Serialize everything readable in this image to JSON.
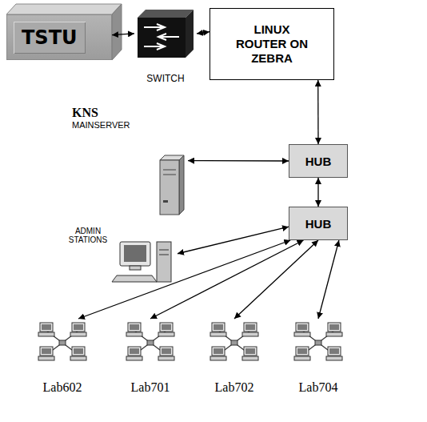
{
  "diagram": {
    "nodes": [
      {
        "text": [
          "TSTU"
        ]
      },
      {
        "text": [
          "SWITCH"
        ]
      },
      {
        "text": [
          "LINUX ROUTER ON ZEBRA"
        ]
      },
      {
        "text": [
          "KNS",
          "MAINSERVER"
        ]
      },
      {
        "text": [
          "HUB"
        ]
      },
      {
        "text": [
          "ADMIN STATIONS"
        ]
      },
      {
        "text": [
          "HUB"
        ]
      },
      {
        "text": [
          "Lab602"
        ]
      },
      {
        "text": [
          "Lab701"
        ]
      },
      {
        "text": [
          "Lab702"
        ]
      },
      {
        "text": [
          "Lab704"
        ]
      }
    ],
    "edges": [
      {
        "from": 0,
        "to": 1,
        "arrow": "both"
      },
      {
        "from": 1,
        "to": 2,
        "arrow": "both"
      },
      {
        "from": 2,
        "to": 4,
        "arrow": "both"
      },
      {
        "from": 3,
        "to": 4,
        "arrow": "both"
      },
      {
        "from": 4,
        "to": 6,
        "arrow": "both"
      },
      {
        "from": 5,
        "to": 6,
        "arrow": "both"
      },
      {
        "from": 6,
        "to": 7,
        "arrow": "both"
      },
      {
        "from": 6,
        "to": 8,
        "arrow": "both"
      },
      {
        "from": 6,
        "to": 9,
        "arrow": "both"
      },
      {
        "from": 6,
        "to": 10,
        "arrow": "both"
      }
    ]
  }
}
